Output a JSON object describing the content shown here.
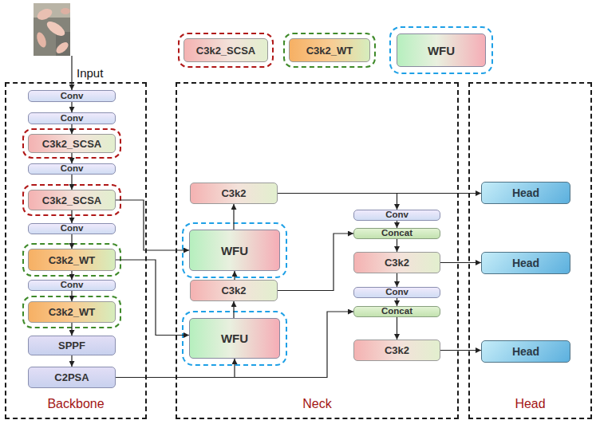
{
  "diagram": {
    "nodes": [
      {
        "text": [
          "C3k2_SCSA"
        ]
      },
      {
        "text": [
          "C3k2_WT"
        ]
      },
      {
        "text": [
          "WFU"
        ]
      },
      {
        "text": [
          "Backbone"
        ]
      },
      {
        "text": [
          "Conv"
        ],
        "in": 3
      },
      {
        "text": [
          "Conv"
        ],
        "in": 3
      },
      {
        "text": [
          "C3k2_SCSA"
        ],
        "in": 3
      },
      {
        "text": [
          "Conv"
        ],
        "in": 3
      },
      {
        "text": [
          "C3k2_SCSA"
        ],
        "in": 3
      },
      {
        "text": [
          "Conv"
        ],
        "in": 3
      },
      {
        "text": [
          "C3k2_WT"
        ],
        "in": 3
      },
      {
        "text": [
          "Conv"
        ],
        "in": 3
      },
      {
        "text": [
          "C3k2_WT"
        ],
        "in": 3
      },
      {
        "text": [
          "SPPF"
        ],
        "in": 3
      },
      {
        "text": [
          "C2PSA"
        ],
        "in": 3
      },
      {
        "text": [
          "Neck"
        ]
      },
      {
        "text": [
          "C3k2"
        ],
        "in": 15
      },
      {
        "text": [
          "WFU"
        ],
        "in": 15
      },
      {
        "text": [
          "C3k2"
        ],
        "in": 15
      },
      {
        "text": [
          "WFU"
        ],
        "in": 15
      },
      {
        "text": [
          "Conv"
        ],
        "in": 15
      },
      {
        "text": [
          "Concat"
        ],
        "in": 15
      },
      {
        "text": [
          "C3k2"
        ],
        "in": 15
      },
      {
        "text": [
          "Conv"
        ],
        "in": 15
      },
      {
        "text": [
          "Concat"
        ],
        "in": 15
      },
      {
        "text": [
          "C3k2"
        ],
        "in": 15
      },
      {
        "text": [
          "Head"
        ]
      },
      {
        "text": [
          "Head"
        ],
        "in": 26
      },
      {
        "text": [
          "Head"
        ],
        "in": 26
      },
      {
        "text": [
          "Head"
        ],
        "in": 26
      }
    ],
    "edges": [
      {
        "from": 4,
        "to": 5,
        "arrow": "to"
      },
      {
        "from": 5,
        "to": 6,
        "arrow": "to"
      },
      {
        "from": 6,
        "to": 7,
        "arrow": "to"
      },
      {
        "from": 7,
        "to": 8,
        "arrow": "to"
      },
      {
        "from": 8,
        "to": 9,
        "arrow": "to"
      },
      {
        "from": 9,
        "to": 10,
        "arrow": "to"
      },
      {
        "from": 10,
        "to": 11,
        "arrow": "to"
      },
      {
        "from": 11,
        "to": 12,
        "arrow": "to"
      },
      {
        "from": 12,
        "to": 13,
        "arrow": "to"
      },
      {
        "from": 13,
        "to": 14,
        "arrow": "to"
      },
      {
        "from": 14,
        "to": 19,
        "arrow": "to"
      },
      {
        "from": 14,
        "to": 24,
        "arrow": "to"
      },
      {
        "from": 10,
        "to": 19,
        "arrow": "to"
      },
      {
        "from": 8,
        "to": 17,
        "arrow": "to"
      },
      {
        "from": 19,
        "to": 18,
        "arrow": "to"
      },
      {
        "from": 18,
        "to": 17,
        "arrow": "to"
      },
      {
        "from": 17,
        "to": 16,
        "arrow": "to"
      },
      {
        "from": 16,
        "to": 27,
        "arrow": "to"
      },
      {
        "from": 16,
        "to": 20,
        "arrow": "to"
      },
      {
        "from": 20,
        "to": 21,
        "arrow": "to"
      },
      {
        "from": 18,
        "to": 21,
        "arrow": "to"
      },
      {
        "from": 21,
        "to": 22,
        "arrow": "to"
      },
      {
        "from": 22,
        "to": 28,
        "arrow": "to"
      },
      {
        "from": 22,
        "to": 23,
        "arrow": "to"
      },
      {
        "from": 23,
        "to": 24,
        "arrow": "to"
      },
      {
        "from": 24,
        "to": 25,
        "arrow": "to"
      },
      {
        "from": 25,
        "to": 29,
        "arrow": "to"
      }
    ],
    "labels": [
      "Input"
    ]
  }
}
